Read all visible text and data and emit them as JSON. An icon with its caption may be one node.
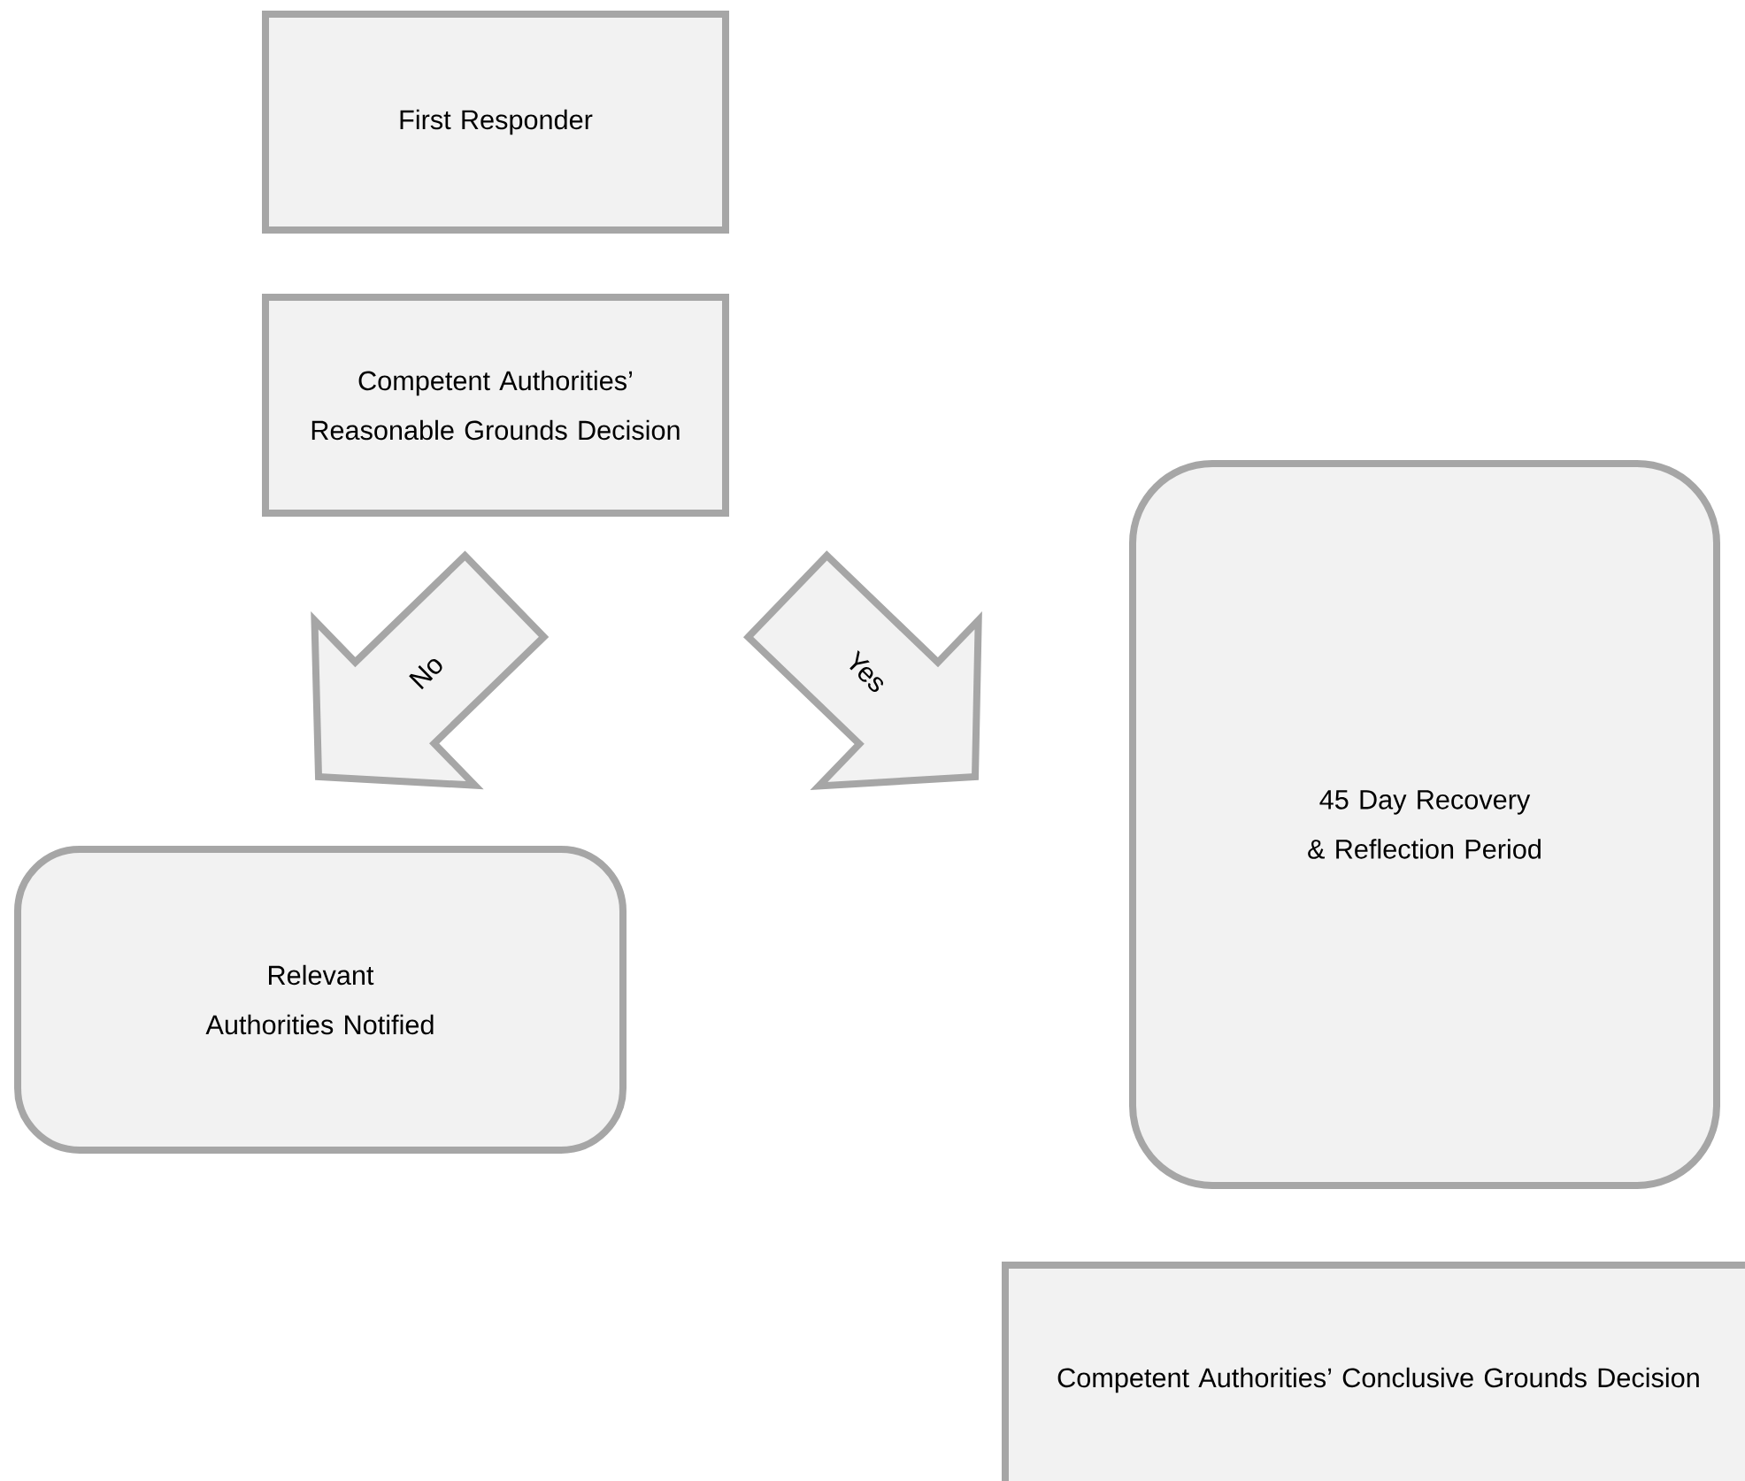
{
  "diagram": {
    "nodes": [
      {
        "text": [
          "First Responder"
        ]
      },
      {
        "text": [
          "Competent Authorities’ Reasonable Grounds Decision"
        ]
      },
      {
        "text": [
          "Relevant Authorities Notified"
        ]
      },
      {
        "text": [
          "45 Day Recovery & Reflection Period"
        ]
      },
      {
        "text": [
          "Competent Authorities’ Conclusive Grounds Decision"
        ]
      }
    ],
    "edges": [
      {
        "from": 1,
        "to": 2,
        "arrow": "to",
        "label": "No"
      },
      {
        "from": 1,
        "to": 3,
        "arrow": "to",
        "label": "Yes"
      }
    ]
  }
}
